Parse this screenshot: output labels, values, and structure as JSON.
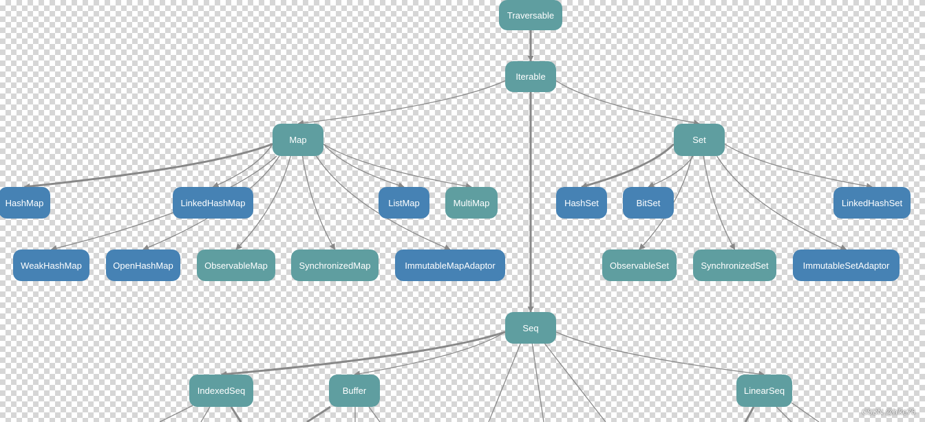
{
  "colors": {
    "trait": "#5f9ea0",
    "class": "#4682b4",
    "edge": "#888888"
  },
  "nodes": [
    {
      "id": "traversable",
      "label": "Traversable",
      "kind": "trait"
    },
    {
      "id": "iterable",
      "label": "Iterable",
      "kind": "trait"
    },
    {
      "id": "map",
      "label": "Map",
      "kind": "trait"
    },
    {
      "id": "set",
      "label": "Set",
      "kind": "trait"
    },
    {
      "id": "hashmap",
      "label": "HashMap",
      "kind": "class"
    },
    {
      "id": "linkedhashmap",
      "label": "LinkedHashMap",
      "kind": "class"
    },
    {
      "id": "listmap",
      "label": "ListMap",
      "kind": "class"
    },
    {
      "id": "multimap",
      "label": "MultiMap",
      "kind": "trait"
    },
    {
      "id": "hashset",
      "label": "HashSet",
      "kind": "class"
    },
    {
      "id": "bitset",
      "label": "BitSet",
      "kind": "class"
    },
    {
      "id": "linkedhashset",
      "label": "LinkedHashSet",
      "kind": "class"
    },
    {
      "id": "weakhashmap",
      "label": "WeakHashMap",
      "kind": "class"
    },
    {
      "id": "openhashmap",
      "label": "OpenHashMap",
      "kind": "class"
    },
    {
      "id": "observablemap",
      "label": "ObservableMap",
      "kind": "trait"
    },
    {
      "id": "synchronizedmap",
      "label": "SynchronizedMap",
      "kind": "trait"
    },
    {
      "id": "immutablemapadaptor",
      "label": "ImmutableMapAdaptor",
      "kind": "class"
    },
    {
      "id": "observableset",
      "label": "ObservableSet",
      "kind": "trait"
    },
    {
      "id": "synchronizedset",
      "label": "SynchronizedSet",
      "kind": "trait"
    },
    {
      "id": "immutablesetadaptor",
      "label": "ImmutableSetAdaptor",
      "kind": "class"
    },
    {
      "id": "seq",
      "label": "Seq",
      "kind": "trait"
    },
    {
      "id": "indexedseq",
      "label": "IndexedSeq",
      "kind": "trait"
    },
    {
      "id": "buffer",
      "label": "Buffer",
      "kind": "trait"
    },
    {
      "id": "linearseq",
      "label": "LinearSeq",
      "kind": "trait"
    }
  ],
  "edges": [
    {
      "from": "traversable",
      "to": "iterable",
      "heavy": true
    },
    {
      "from": "iterable",
      "to": "map",
      "heavy": false
    },
    {
      "from": "iterable",
      "to": "set",
      "heavy": false
    },
    {
      "from": "iterable",
      "to": "seq",
      "heavy": true
    },
    {
      "from": "map",
      "to": "hashmap",
      "heavy": true
    },
    {
      "from": "map",
      "to": "linkedhashmap",
      "heavy": false
    },
    {
      "from": "map",
      "to": "listmap",
      "heavy": false
    },
    {
      "from": "map",
      "to": "multimap",
      "heavy": false
    },
    {
      "from": "map",
      "to": "weakhashmap",
      "heavy": false
    },
    {
      "from": "map",
      "to": "openhashmap",
      "heavy": false
    },
    {
      "from": "map",
      "to": "observablemap",
      "heavy": false
    },
    {
      "from": "map",
      "to": "synchronizedmap",
      "heavy": false
    },
    {
      "from": "map",
      "to": "immutablemapadaptor",
      "heavy": false
    },
    {
      "from": "set",
      "to": "hashset",
      "heavy": true
    },
    {
      "from": "set",
      "to": "bitset",
      "heavy": false
    },
    {
      "from": "set",
      "to": "linkedhashset",
      "heavy": false
    },
    {
      "from": "set",
      "to": "observableset",
      "heavy": false
    },
    {
      "from": "set",
      "to": "synchronizedset",
      "heavy": false
    },
    {
      "from": "set",
      "to": "immutablesetadaptor",
      "heavy": false
    },
    {
      "from": "seq",
      "to": "indexedseq",
      "heavy": true
    },
    {
      "from": "seq",
      "to": "buffer",
      "heavy": false
    },
    {
      "from": "seq",
      "to": "linearseq",
      "heavy": false
    }
  ],
  "watermark": "CSDN @hike76"
}
